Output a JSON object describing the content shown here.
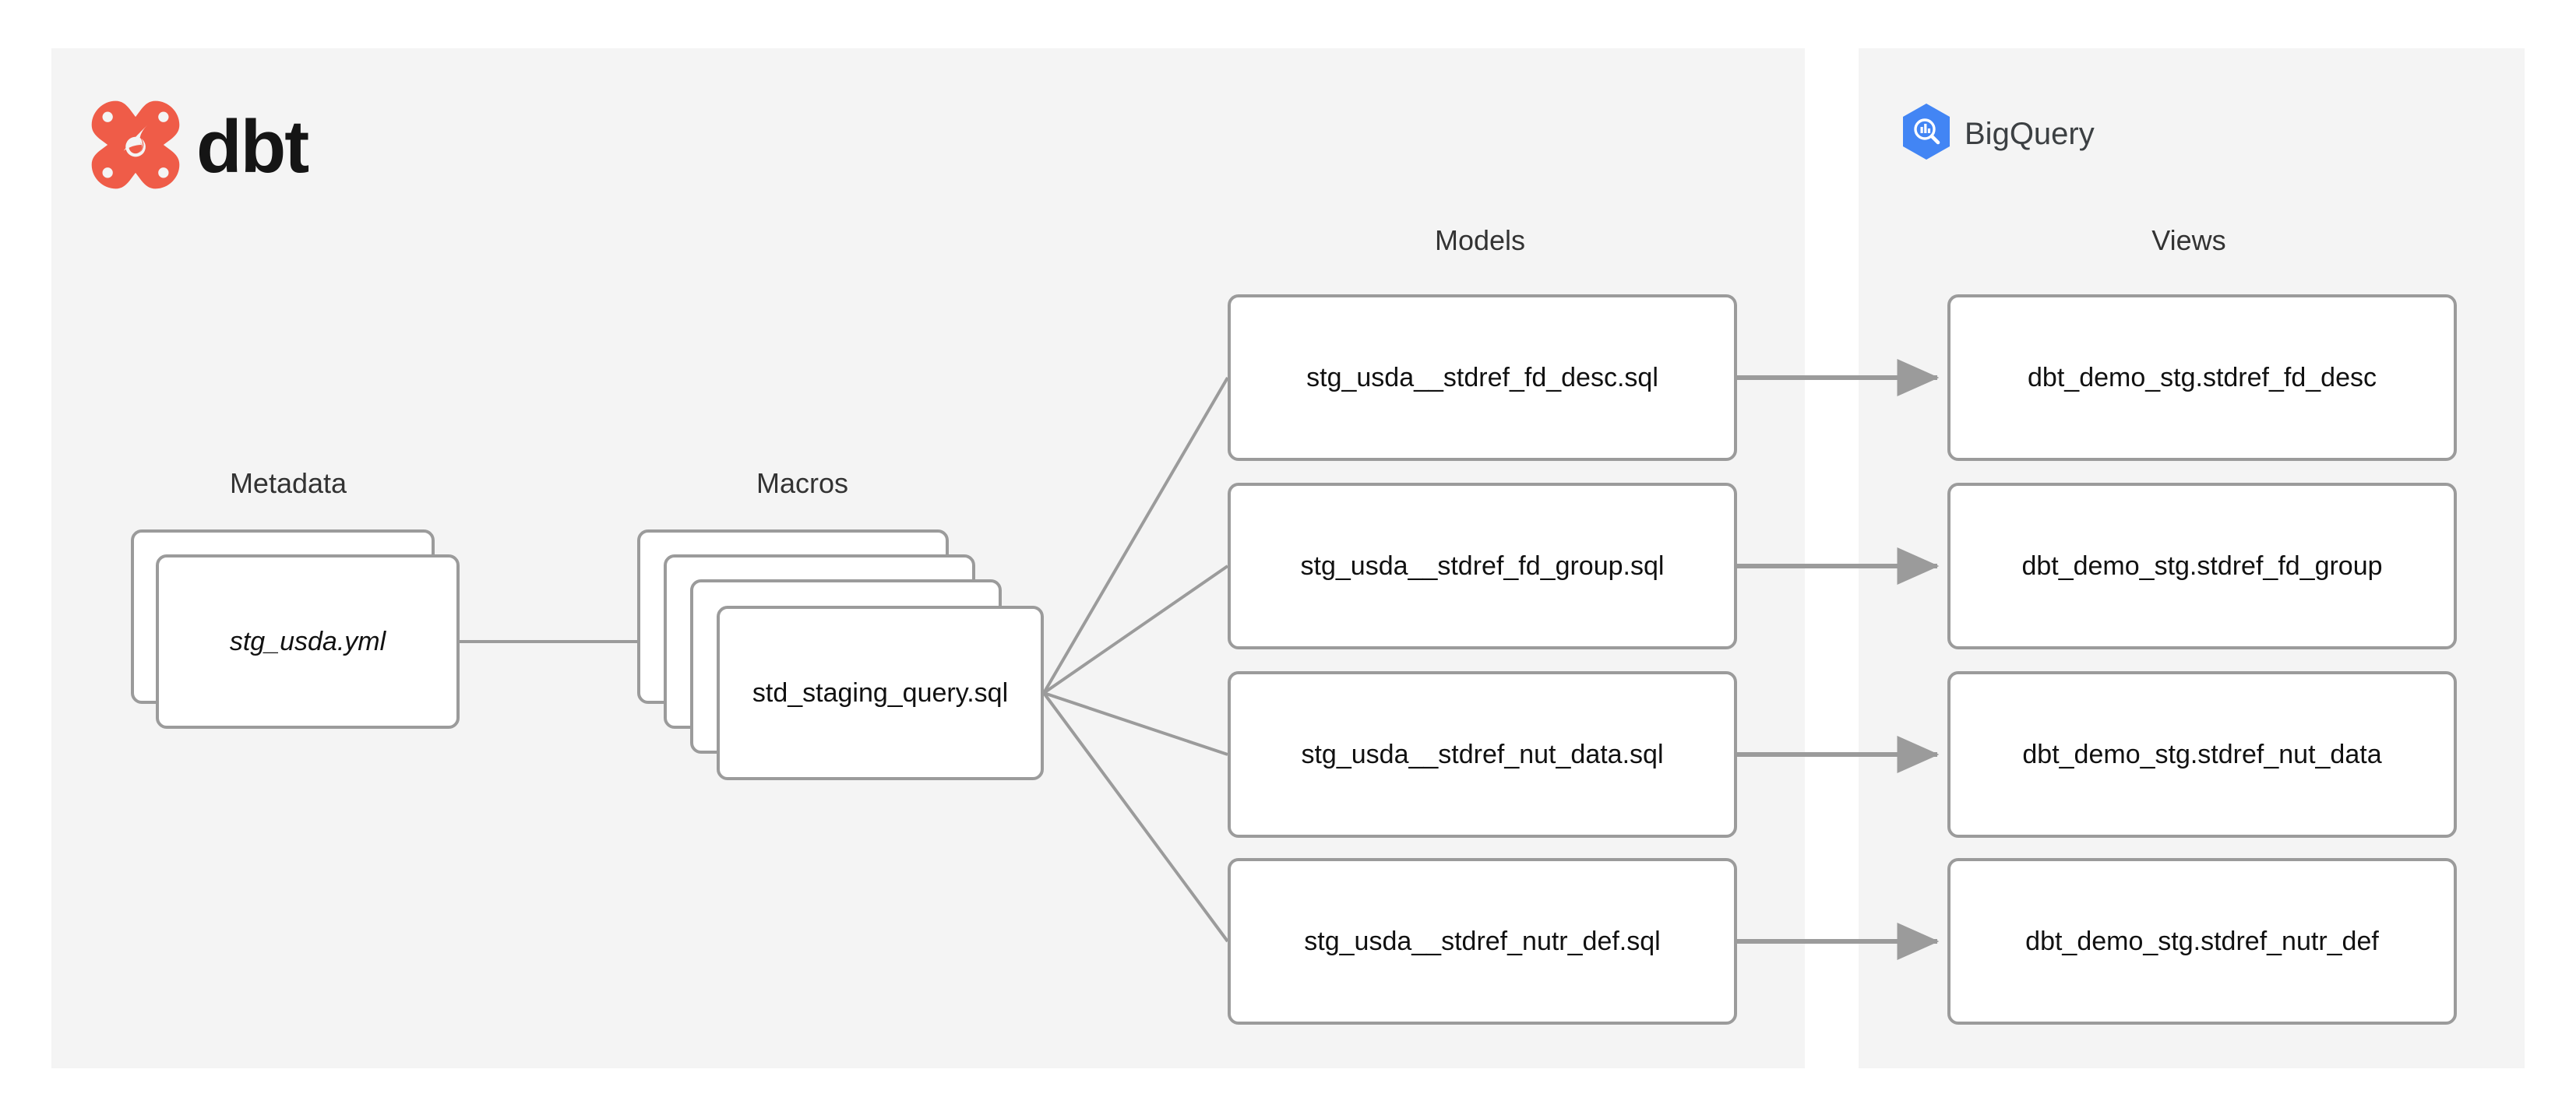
{
  "panels": {
    "dbt": {
      "brand_name": "dbt",
      "logo_icon": "dbt-logo-icon",
      "logo_color": "#ef5c48"
    },
    "bigquery": {
      "brand_name": "BigQuery",
      "logo_icon": "bigquery-hexagon-icon",
      "logo_color": "#4285f4"
    }
  },
  "headings": {
    "metadata": "Metadata",
    "macros": "Macros",
    "models": "Models",
    "views": "Views"
  },
  "metadata_stack": {
    "count": 2,
    "front_label": "stg_usda.yml"
  },
  "macros_stack": {
    "count": 4,
    "front_label": "std_staging_query.sql"
  },
  "models": [
    {
      "label": "stg_usda__stdref_fd_desc.sql"
    },
    {
      "label": "stg_usda__stdref_fd_group.sql"
    },
    {
      "label": "stg_usda__stdref_nut_data.sql"
    },
    {
      "label": "stg_usda__stdref_nutr_def.sql"
    }
  ],
  "views": [
    {
      "label": "dbt_demo_stg.stdref_fd_desc"
    },
    {
      "label": "dbt_demo_stg.stdref_fd_group"
    },
    {
      "label": "dbt_demo_stg.stdref_nut_data"
    },
    {
      "label": "dbt_demo_stg.stdref_nutr_def"
    }
  ],
  "colors": {
    "panel_background": "#f4f4f4",
    "card_border": "#9b9b9b",
    "card_fill": "#ffffff",
    "connector": "#9b9b9b",
    "text": "#111111",
    "heading_text": "#333333"
  }
}
